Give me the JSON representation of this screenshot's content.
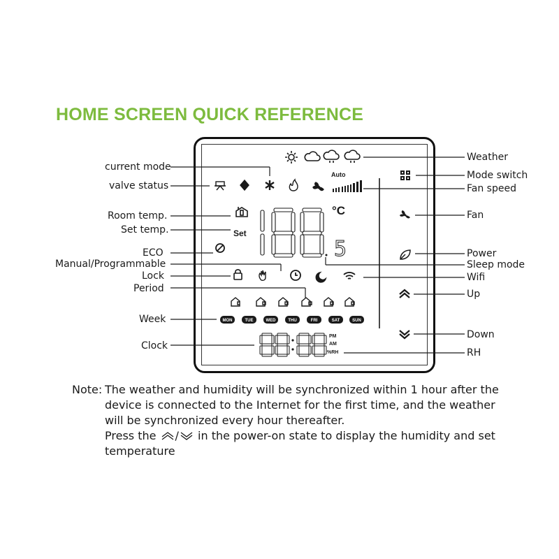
{
  "title": "HOME SCREEN QUICK REFERENCE",
  "colors": {
    "title": "#7dbb3e",
    "ink": "#1a1a1a"
  },
  "labels_left": {
    "current_mode": "current mode",
    "valve_status": "valve status",
    "room_temp": "Room temp.",
    "set_temp": "Set temp.",
    "eco": "ECO",
    "manual_programmable": "Manual/Programmable",
    "lock": "Lock",
    "period": "Period",
    "week": "Week",
    "clock": "Clock"
  },
  "labels_right": {
    "weather": "Weather",
    "mode_switch": "Mode switch",
    "fan_speed": "Fan speed",
    "fan": "Fan",
    "power": "Power",
    "sleep_mode": "Sleep mode",
    "wifi": "Wifi",
    "up": "Up",
    "down": "Down",
    "rh": "RH"
  },
  "display": {
    "auto": "Auto",
    "set": "Set",
    "unit": "°C",
    "decimal_digit": "5",
    "pm": "PM",
    "am": "AM",
    "rh_unit": "%RH",
    "weekdays": [
      "MON",
      "TUE",
      "WED",
      "THU",
      "FRI",
      "SAT",
      "SUN"
    ]
  },
  "icons": {
    "weather": [
      "sun-icon",
      "cloud-icon",
      "rain-icon",
      "snow-cloud-icon"
    ],
    "modes": [
      "valve-icon",
      "heating-icon",
      "cooling-icon",
      "flame-icon",
      "fan-icon"
    ],
    "periods": [
      "period-1-icon",
      "period-2-icon",
      "period-3-icon",
      "period-4-icon",
      "period-5-icon",
      "period-6-icon"
    ],
    "side_buttons": [
      "mode-switch-icon",
      "fan-button-icon",
      "power-leaf-icon",
      "up-chevron-icon",
      "down-chevron-icon"
    ]
  },
  "note": {
    "prefix": "Note:",
    "lines": [
      "The weather and humidity will be synchronized within 1 hour after the",
      "device is connected to the Internet for the first time, and the weather",
      "will be synchronized every hour thereafter.",
      "Press the ",
      " in the power-on state to display the humidity and set",
      "temperature"
    ],
    "arrows": "/"
  }
}
